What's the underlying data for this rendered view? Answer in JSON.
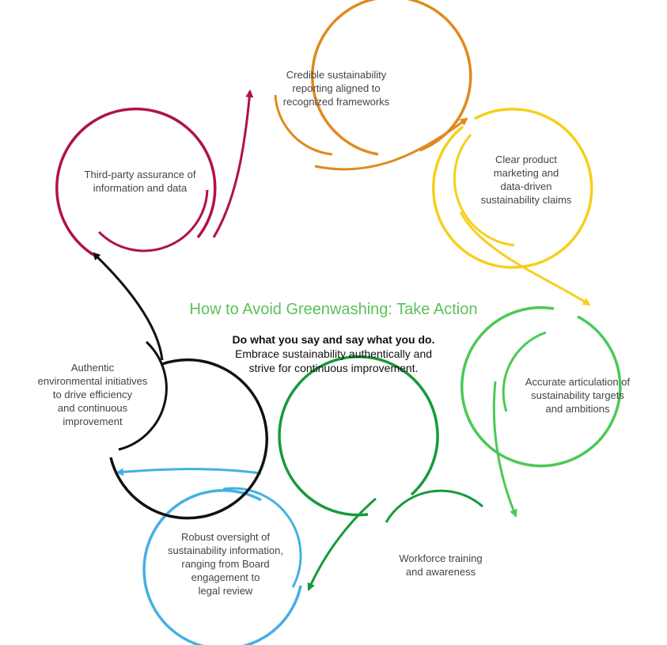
{
  "header": {
    "title": "How to Avoid Greenwashing: Take Action",
    "tagline": "Do what you say and say what you do.",
    "body_lines": [
      "Embrace sustainability authentically and",
      "strive for continuous improvement."
    ]
  },
  "colors": {
    "title": "#5cc05a",
    "reporting": "#e08a1e",
    "marketing": "#f7cf1d",
    "targets": "#4cc957",
    "workforce": "#169a3a",
    "oversight": "#45b0e3",
    "initiatives": "#111111",
    "assurance": "#b0124a"
  },
  "nodes": [
    {
      "id": "reporting",
      "lines": [
        "Credible sustainability",
        "reporting aligned to",
        "recognized frameworks"
      ]
    },
    {
      "id": "marketing",
      "lines": [
        "Clear product",
        "marketing and",
        "data-driven",
        "sustainability claims"
      ]
    },
    {
      "id": "targets",
      "lines": [
        "Accurate articulation of",
        "sustainability targets",
        "and ambitions"
      ]
    },
    {
      "id": "workforce",
      "lines": [
        "Workforce training",
        "and awareness"
      ]
    },
    {
      "id": "oversight",
      "lines": [
        "Robust oversight of",
        "sustainability information,",
        "ranging from Board",
        "engagement to",
        "legal review"
      ]
    },
    {
      "id": "initiatives",
      "lines": [
        "Authentic",
        "environmental initiatives",
        "to drive efficiency",
        "and continuous",
        "improvement"
      ]
    },
    {
      "id": "assurance",
      "lines": [
        "Third-party assurance of",
        "information and data"
      ]
    }
  ]
}
